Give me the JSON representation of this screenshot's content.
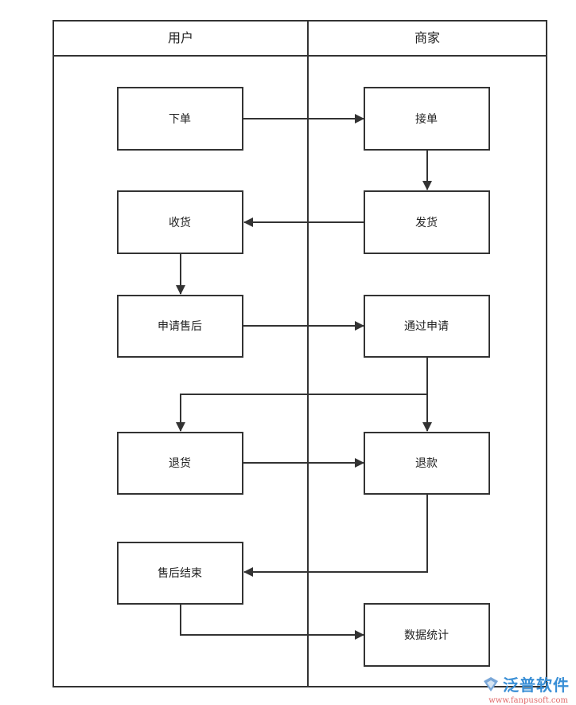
{
  "lanes": {
    "left": "用户",
    "right": "商家"
  },
  "nodes": {
    "place_order": "下单",
    "accept_order": "接单",
    "receive_goods": "收货",
    "ship_goods": "发货",
    "apply_after_sales": "申请售后",
    "approve_application": "通过申请",
    "return_goods": "退货",
    "refund": "退款",
    "after_sales_end": "售后结束",
    "data_statistics": "数据统计"
  },
  "watermark": {
    "brand": "泛普软件",
    "url": "www.fanpusoft.com"
  },
  "colors": {
    "line": "#333333",
    "brand": "#3a8fd6"
  }
}
